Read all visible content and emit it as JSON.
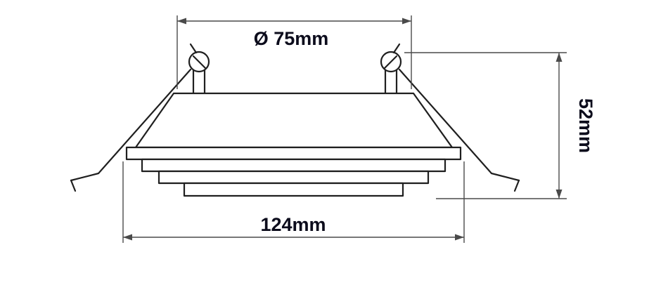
{
  "diagram": {
    "labels": {
      "diameter": "Ø 75mm",
      "height": "52mm",
      "width": "124mm"
    },
    "colors": {
      "drawing_line": "#1f1f1f",
      "dimension_line": "#4a4a4a",
      "label_text": "#0c0c1c",
      "background": "#ffffff"
    }
  }
}
